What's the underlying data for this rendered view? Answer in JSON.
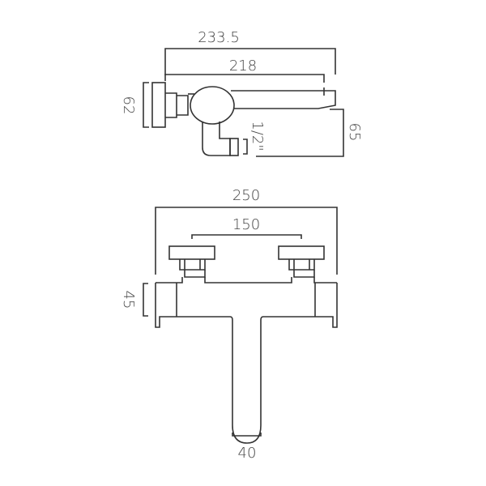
{
  "title": "Bath mixer technical drawing",
  "side_view": {
    "dim_overall_length": "233.5",
    "dim_spout_length": "218",
    "dim_depth": "62",
    "dim_height": "65",
    "dim_inlet": "1/2\""
  },
  "front_view": {
    "dim_overall_width": "250",
    "dim_centres": "150",
    "dim_body_height": "45",
    "dim_spout_width": "40"
  },
  "colors": {
    "line": "#333333",
    "text": "#444444"
  }
}
